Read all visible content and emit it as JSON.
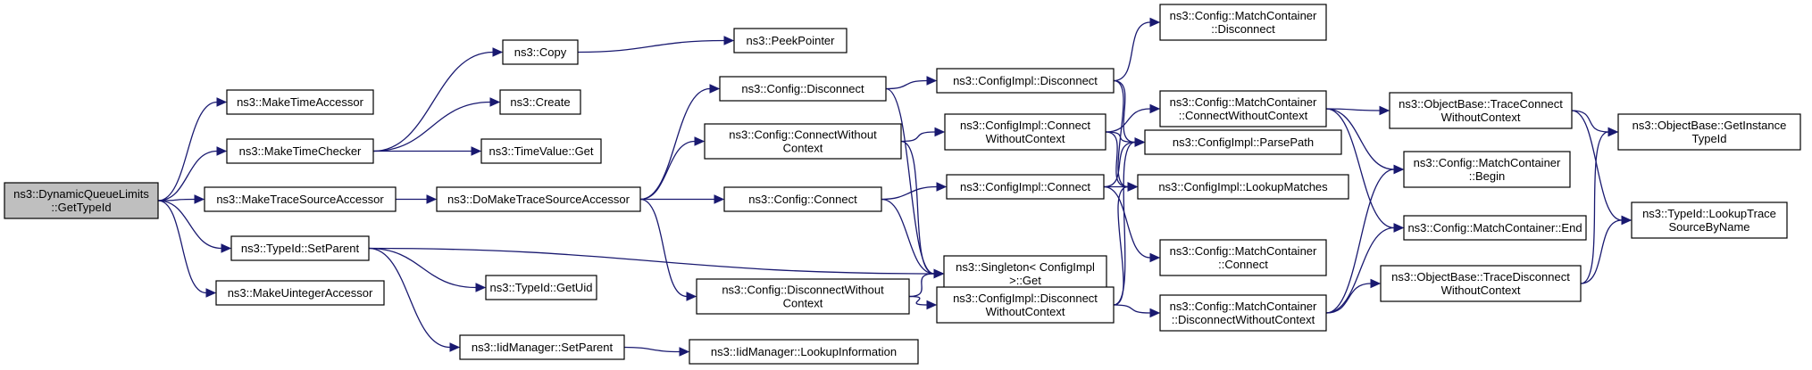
{
  "nodes": {
    "root": [
      "ns3::DynamicQueueLimits",
      "::GetTypeId"
    ],
    "make_time_accessor": [
      "ns3::MakeTimeAccessor"
    ],
    "make_time_checker": [
      "ns3::MakeTimeChecker"
    ],
    "make_trace_source_accessor": [
      "ns3::MakeTraceSourceAccessor"
    ],
    "typeid_set_parent": [
      "ns3::TypeId::SetParent"
    ],
    "make_uinteger_accessor": [
      "ns3::MakeUintegerAccessor"
    ],
    "copy": [
      "ns3::Copy"
    ],
    "create": [
      "ns3::Create"
    ],
    "timevalue_get": [
      "ns3::TimeValue::Get"
    ],
    "do_make_trace_source_accessor": [
      "ns3::DoMakeTraceSourceAccessor"
    ],
    "typeid_get_uid": [
      "ns3::TypeId::GetUid"
    ],
    "iidmanager_set_parent": [
      "ns3::IidManager::SetParent"
    ],
    "peek_pointer": [
      "ns3::PeekPointer"
    ],
    "config_disconnect": [
      "ns3::Config::Disconnect"
    ],
    "config_connect_without_context": [
      "ns3::Config::ConnectWithout",
      "Context"
    ],
    "config_connect": [
      "ns3::Config::Connect"
    ],
    "config_disconnect_without_context": [
      "ns3::Config::DisconnectWithout",
      "Context"
    ],
    "iidmanager_lookup_information": [
      "ns3::IidManager::LookupInformation"
    ],
    "configimpl_disconnect": [
      "ns3::ConfigImpl::Disconnect"
    ],
    "configimpl_connect_without_context": [
      "ns3::ConfigImpl::Connect",
      "WithoutContext"
    ],
    "configimpl_connect": [
      "ns3::ConfigImpl::Connect"
    ],
    "singleton_get": [
      "ns3::Singleton< ConfigImpl",
      " >::Get"
    ],
    "configimpl_disconnect_without_context": [
      "ns3::ConfigImpl::Disconnect",
      "WithoutContext"
    ],
    "mc_disconnect": [
      "ns3::Config::MatchContainer",
      "::Disconnect"
    ],
    "mc_connect_without_context": [
      "ns3::Config::MatchContainer",
      "::ConnectWithoutContext"
    ],
    "configimpl_parse_path": [
      "ns3::ConfigImpl::ParsePath"
    ],
    "configimpl_lookup_matches": [
      "ns3::ConfigImpl::LookupMatches"
    ],
    "mc_connect": [
      "ns3::Config::MatchContainer",
      "::Connect"
    ],
    "mc_disconnect_without_context": [
      "ns3::Config::MatchContainer",
      "::DisconnectWithoutContext"
    ],
    "objectbase_trace_connect_without_context": [
      "ns3::ObjectBase::TraceConnect",
      "WithoutContext"
    ],
    "mc_begin": [
      "ns3::Config::MatchContainer",
      "::Begin"
    ],
    "mc_end": [
      "ns3::Config::MatchContainer::End"
    ],
    "objectbase_trace_disconnect_without_context": [
      "ns3::ObjectBase::TraceDisconnect",
      "WithoutContext"
    ],
    "objectbase_get_instance_typeid": [
      "ns3::ObjectBase::GetInstance",
      "TypeId"
    ],
    "typeid_lookup_trace_source_by_name": [
      "ns3::TypeId::LookupTrace",
      "SourceByName"
    ]
  },
  "edges": [
    [
      "root",
      "make_time_accessor"
    ],
    [
      "root",
      "make_time_checker"
    ],
    [
      "root",
      "make_trace_source_accessor"
    ],
    [
      "root",
      "typeid_set_parent"
    ],
    [
      "root",
      "make_uinteger_accessor"
    ],
    [
      "make_time_checker",
      "copy"
    ],
    [
      "make_time_checker",
      "create"
    ],
    [
      "make_time_checker",
      "timevalue_get"
    ],
    [
      "make_trace_source_accessor",
      "do_make_trace_source_accessor"
    ],
    [
      "typeid_set_parent",
      "singleton_get"
    ],
    [
      "typeid_set_parent",
      "typeid_get_uid"
    ],
    [
      "typeid_set_parent",
      "iidmanager_set_parent"
    ],
    [
      "copy",
      "peek_pointer"
    ],
    [
      "do_make_trace_source_accessor",
      "config_disconnect"
    ],
    [
      "do_make_trace_source_accessor",
      "config_connect_without_context"
    ],
    [
      "do_make_trace_source_accessor",
      "config_connect"
    ],
    [
      "do_make_trace_source_accessor",
      "config_disconnect_without_context"
    ],
    [
      "iidmanager_set_parent",
      "iidmanager_lookup_information"
    ],
    [
      "config_disconnect",
      "configimpl_disconnect"
    ],
    [
      "config_disconnect",
      "singleton_get"
    ],
    [
      "config_connect_without_context",
      "configimpl_connect_without_context"
    ],
    [
      "config_connect_without_context",
      "singleton_get"
    ],
    [
      "config_connect",
      "configimpl_connect"
    ],
    [
      "config_connect",
      "singleton_get"
    ],
    [
      "config_disconnect_without_context",
      "singleton_get"
    ],
    [
      "config_disconnect_without_context",
      "configimpl_disconnect_without_context"
    ],
    [
      "configimpl_disconnect",
      "mc_disconnect"
    ],
    [
      "configimpl_disconnect",
      "configimpl_parse_path"
    ],
    [
      "configimpl_disconnect",
      "configimpl_lookup_matches"
    ],
    [
      "configimpl_connect_without_context",
      "mc_connect_without_context"
    ],
    [
      "configimpl_connect_without_context",
      "configimpl_parse_path"
    ],
    [
      "configimpl_connect_without_context",
      "configimpl_lookup_matches"
    ],
    [
      "configimpl_connect",
      "configimpl_parse_path"
    ],
    [
      "configimpl_connect",
      "configimpl_lookup_matches"
    ],
    [
      "configimpl_connect",
      "mc_connect"
    ],
    [
      "configimpl_disconnect_without_context",
      "configimpl_parse_path"
    ],
    [
      "configimpl_disconnect_without_context",
      "configimpl_lookup_matches"
    ],
    [
      "configimpl_disconnect_without_context",
      "mc_disconnect_without_context"
    ],
    [
      "mc_connect_without_context",
      "objectbase_trace_connect_without_context"
    ],
    [
      "mc_connect_without_context",
      "mc_begin"
    ],
    [
      "mc_connect_without_context",
      "mc_end"
    ],
    [
      "mc_disconnect_without_context",
      "mc_begin"
    ],
    [
      "mc_disconnect_without_context",
      "mc_end"
    ],
    [
      "mc_disconnect_without_context",
      "objectbase_trace_disconnect_without_context"
    ],
    [
      "objectbase_trace_connect_without_context",
      "objectbase_get_instance_typeid"
    ],
    [
      "objectbase_trace_connect_without_context",
      "typeid_lookup_trace_source_by_name"
    ],
    [
      "objectbase_trace_disconnect_without_context",
      "objectbase_get_instance_typeid"
    ],
    [
      "objectbase_trace_disconnect_without_context",
      "typeid_lookup_trace_source_by_name"
    ]
  ],
  "colors": {
    "root_fill": "#bfbfbf",
    "node_fill": "#ffffff",
    "edge": "#191970"
  }
}
